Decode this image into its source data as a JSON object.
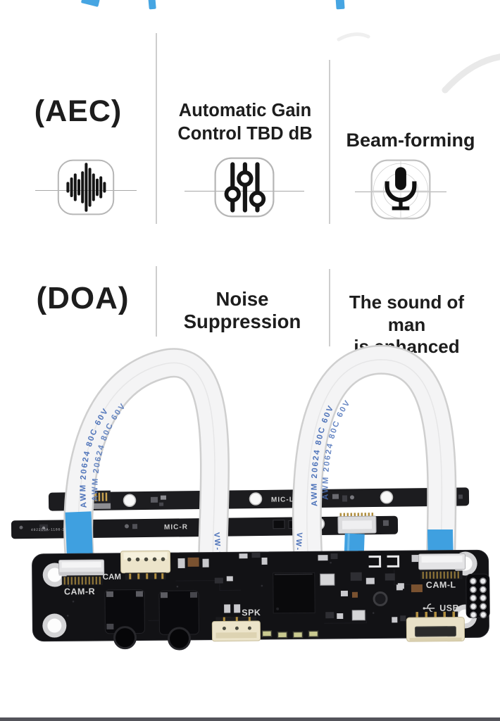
{
  "features": {
    "aec": {
      "title": "(AEC)",
      "icon": "audio-waveform-icon"
    },
    "agc": {
      "line1": "Automatic Gain",
      "line2": "Control TBD dB",
      "icon": "gain-sliders-icon"
    },
    "beamforming": {
      "title": "Beam-forming",
      "icon": "microphone-icon"
    },
    "doa": {
      "title": "(DOA)"
    },
    "noise_suppression": {
      "title": "Noise Suppression"
    },
    "voice_enhance": {
      "line1": "The sound of man",
      "line2": "is enhanced"
    }
  },
  "pcb": {
    "mic_left_label": "MIC-L",
    "mic_right_label": "MIC-R",
    "serial": "492213A-1186-2111",
    "cam_r": "CAM-R",
    "cam": "CAM",
    "spk": "SPK",
    "cam_l": "CAM-L",
    "usb": "USB",
    "cable_marking": "AWM 20624 80C 60V",
    "cable_flame_rating": "VW-1"
  },
  "colors": {
    "cable_blue": "#3fa0e0",
    "cable_print_blue": "#4f74ba",
    "board_black": "#131316",
    "divider_gray": "#c6c6c6",
    "heading_black": "#1d1d1d"
  }
}
